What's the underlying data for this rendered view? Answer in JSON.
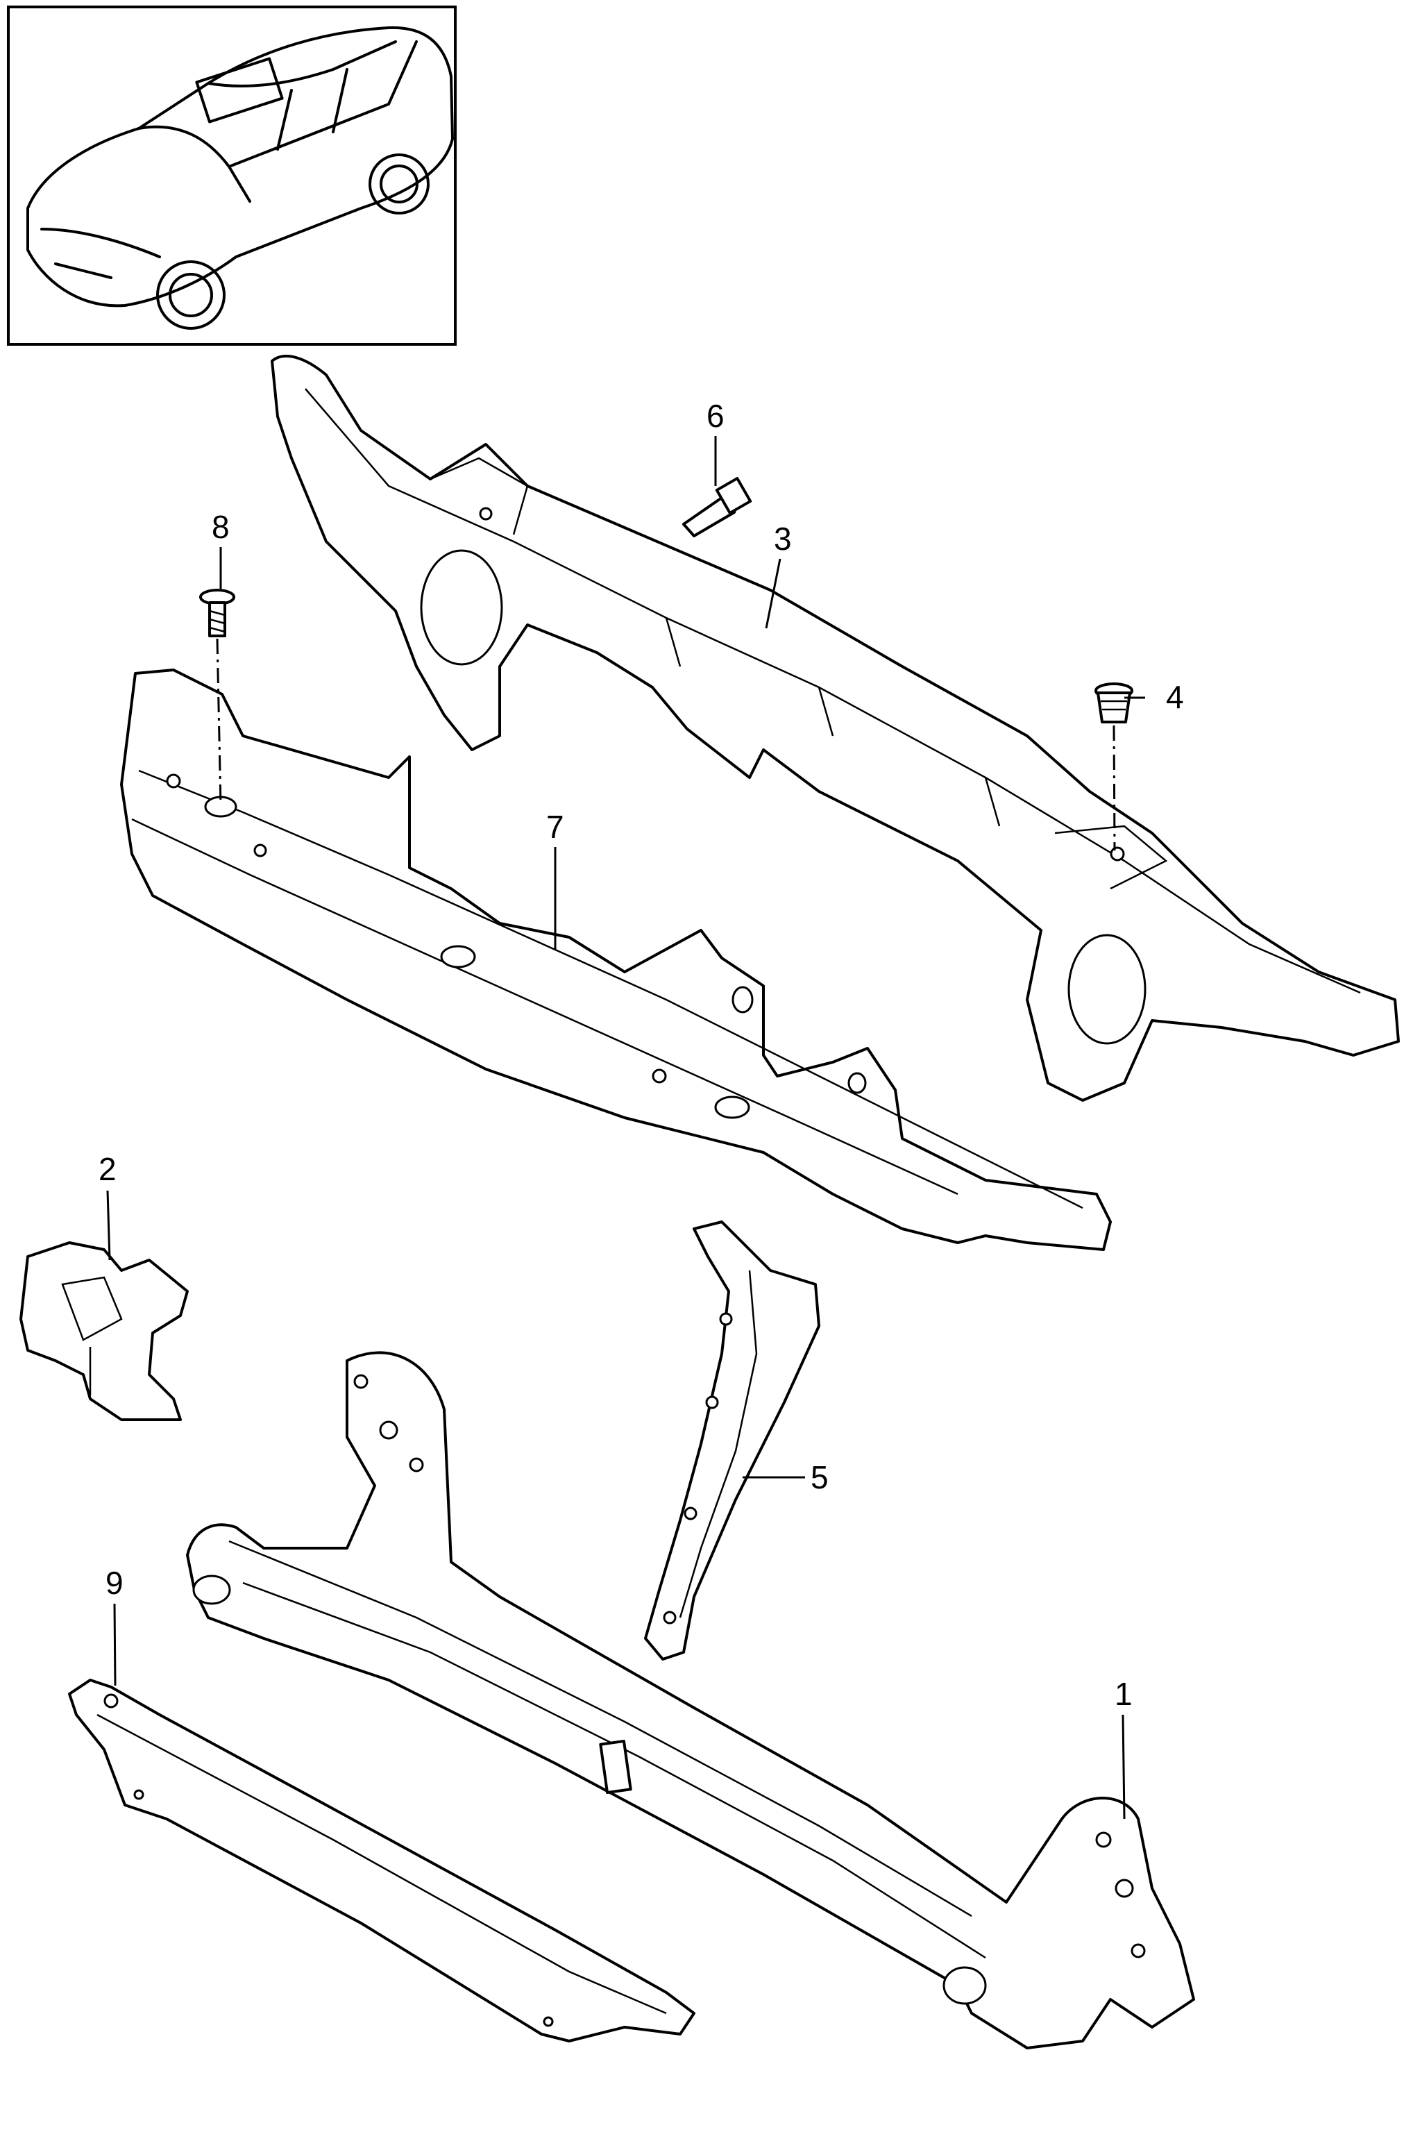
{
  "diagram": {
    "parts": [
      {
        "id": "1",
        "label": "1"
      },
      {
        "id": "2",
        "label": "2"
      },
      {
        "id": "3",
        "label": "3"
      },
      {
        "id": "4",
        "label": "4"
      },
      {
        "id": "5",
        "label": "5"
      },
      {
        "id": "6",
        "label": "6"
      },
      {
        "id": "7",
        "label": "7"
      },
      {
        "id": "8",
        "label": "8"
      },
      {
        "id": "9",
        "label": "9"
      }
    ]
  }
}
